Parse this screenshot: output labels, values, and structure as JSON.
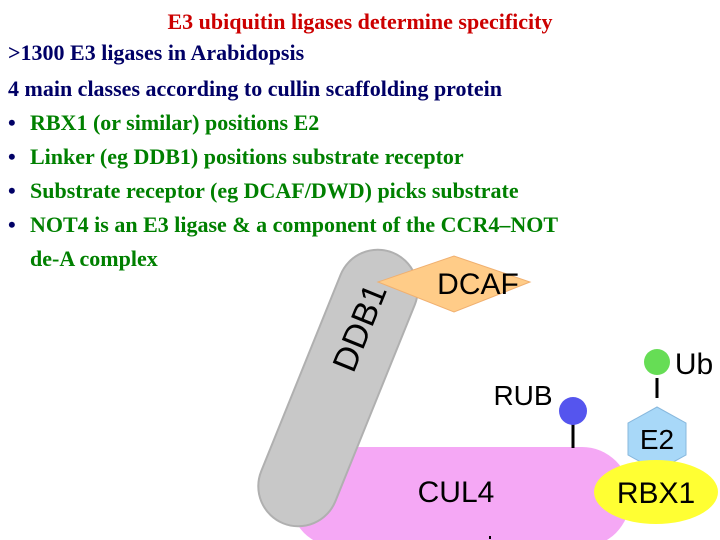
{
  "slide": {
    "title": "E3 ubiquitin ligases determine specificity",
    "line1": ">1300 E3 ligases in Arabidopsis",
    "line2": "4 main classes according to cullin scaffolding protein",
    "bullets": [
      {
        "marker": "•",
        "text": "RBX1 (or similar) positions E2"
      },
      {
        "marker": "•",
        "text": "Linker (eg DDB1) positions substrate receptor"
      },
      {
        "marker": "•",
        "text": "Substrate receptor (eg DCAF/DWD) picks substrate"
      },
      {
        "marker": "•",
        "text": "NOT4 is an E3 ligase & a component of the CCR4–NOT",
        "text2": "de-A complex"
      }
    ]
  },
  "diagram": {
    "ddb1_label": "DDB1",
    "dcaf_label": "DCAF",
    "ub_label": "Ub",
    "rub_label": "RUB",
    "e2_label": "E2",
    "cul4_label": "CUL4",
    "rbx1_label": "RBX1",
    "colors": {
      "ddb1_fill": "#c8c8c8",
      "dcaf_fill": "#ffcc88",
      "cul4_fill": "#f5a8f5",
      "rbx1_fill": "#ffff33",
      "e2_fill": "#a8d8f8",
      "ub_dot": "#66dd55",
      "rub_dot": "#5555ee",
      "title": "#cc0000",
      "body": "#000066",
      "bullet_text": "#008000"
    }
  }
}
